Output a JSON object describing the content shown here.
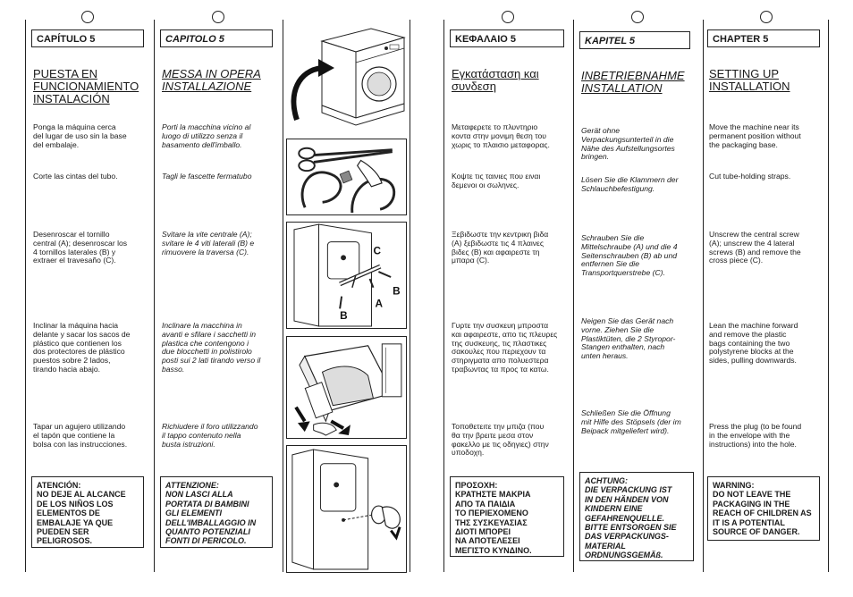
{
  "columns": {
    "es": {
      "chapter": "CAPÍTULO 5",
      "title": [
        "PUESTA EN",
        "FUNCIONAMIENTO",
        "INSTALACIÓN"
      ],
      "steps": [
        [
          "Ponga la máquina cerca",
          "del lugar de uso sin la base",
          "del embalaje."
        ],
        [
          "Corte las cintas del tubo."
        ],
        [
          "Desenroscar el tornillo",
          "central (A); desenroscar los",
          "4 tornillos laterales (B) y",
          "extraer el travesaño (C)."
        ],
        [
          "Inclinar la máquina hacia",
          "delante y sacar los sacos de",
          "plástico que contienen los",
          "dos protectores de plástico",
          "puestos sobre 2 lados,",
          "tirando hacia abajo."
        ],
        [
          "Tapar un agujero utilizando",
          "el tapón que contiene la",
          "bolsa con las instrucciones."
        ]
      ],
      "warning": [
        "ATENCIÓN:",
        "NO DEJE AL ALCANCE",
        "DE LOS NIÑOS LOS",
        "ELEMENTOS DE",
        "EMBALAJE YA QUE",
        "PUEDEN SER",
        "PELIGROSOS."
      ]
    },
    "it": {
      "chapter": "CAPITOLO 5",
      "title": [
        "MESSA IN OPERA",
        "INSTALLAZIONE"
      ],
      "steps": [
        [
          "Porti la macchina vicino al",
          "luogo di utilizzo senza il",
          "basamento dell'imballo."
        ],
        [
          "Tagli le fascette fermatubo"
        ],
        [
          "Svitare la vite centrale (A);",
          "svitare le 4 viti laterali (B) e",
          "rimuovere la traversa (C)."
        ],
        [
          "Inclinare la macchina in",
          "avanti e sfilare i sacchetti in",
          "plastica che contengono i",
          "due blocchetti in polistirolo",
          "posti sui 2 lati tirando verso il",
          "basso."
        ],
        [
          "Richiudere il foro utilizzando",
          "il tappo contenuto nella",
          "busta istruzioni."
        ]
      ],
      "warning": [
        "ATTENZIONE:",
        "NON LASCI ALLA",
        "PORTATA DI BAMBINI",
        "GLI ELEMENTI",
        "DELL'IMBALLAGGIO IN",
        "QUANTO POTENZIALI",
        "FONTI DI PERICOLO."
      ]
    },
    "el": {
      "chapter": "ΚΕΦΑΛΑΙΟ 5",
      "title": [
        "Εγκατάσταση και",
        "συνδεση"
      ],
      "steps": [
        [
          "Μεταφερετε το πλυντηριο",
          "κοντα στην μονιμη θεση του",
          "χωρις το πλαισιο μεταφορας."
        ],
        [
          "Κοψτε τις ταινιες που ειναι",
          "δεμενοι οι σωληνες."
        ],
        [
          "Ξεβιδωστε την κεντρικη βιδα",
          "(A) ξεβιδωστε τις 4 πλαινες",
          "βιδες (B) και αφαιρεστε τη",
          "μπαρα (C)."
        ],
        [
          "Γυρτε την συσκευη μπροστα",
          "και αφαιρεστε, απο τις πλευρες",
          "της συσκευης, τις πλαστικες",
          "σακουλες που περιεχουν τα",
          "στηριγματα απο πολυεστερα",
          "τραβωντας τα προς τα κατω."
        ],
        [
          "Τοποθετειτε την μπιζα (που",
          "θα την βρειτε μεσα στον",
          "φακελλο με τις οδηγιες) στην",
          "υποδοχη."
        ]
      ],
      "warning": [
        "ΠΡΟΣΟΧΗ:",
        "ΚΡΑΤΗΣΤΕ ΜΑΚΡΙΑ",
        "ΑΠΟ ΤΑ ΠΑΙΔΙΑ",
        "ΤΟ ΠΕΡΙΕΧΟΜΕΝΟ",
        "ΤΗΣ ΣΥΣΚΕΥΑΣΙΑΣ",
        "ΔΙΟΤΙ ΜΠΟΡΕΙ",
        "ΝΑ ΑΠΟΤΕΛΕΣΕΙ",
        "ΜΕΓΙΣΤΟ ΚΥΝΔΙΝΟ."
      ]
    },
    "de": {
      "chapter": "KAPITEL 5",
      "title": [
        "INBETRIEBNAHME",
        "INSTALLATION"
      ],
      "steps": [
        [
          "Gerät ohne",
          "Verpackungsunterteil in die",
          "Nähe des Aufstellungsortes",
          "bringen."
        ],
        [
          "Lösen Sie die Klammern der",
          "Schlauchbefestigung."
        ],
        [
          "Schrauben Sie die",
          "Mittelschraube (A) und die 4",
          "Seitenschrauben (B) ab und",
          "entfernen Sie die",
          "Transportquerstrebe (C)."
        ],
        [
          "Neigen Sie das Gerät nach",
          "vorne. Ziehen Sie die",
          "Plastiktüten, die 2 Styropor-",
          "Stangen enthalten, nach",
          "unten heraus."
        ],
        [
          "Schließen Sie die Öffnung",
          "mit Hilfe des Stöpsels (der im",
          "Beipack mitgeliefert wird)."
        ]
      ],
      "warning": [
        "ACHTUNG:",
        "DIE VERPACKUNG IST",
        "IN DEN HÄNDEN VON",
        "KINDERN EINE",
        "GEFAHRENQUELLE.",
        "BITTE ENTSORGEN SIE",
        "DAS VERPACKUNGS-",
        "MATERIAL",
        "ORDNUNGSGEMÄß."
      ]
    },
    "en": {
      "chapter": "CHAPTER 5",
      "title": [
        "SETTING UP",
        "INSTALLATION"
      ],
      "steps": [
        [
          "Move the machine near its",
          "permanent position without",
          "the packaging base."
        ],
        [
          "Cut tube-holding straps."
        ],
        [
          "Unscrew the central screw",
          "(A); unscrew the 4 lateral",
          "screws (B) and remove the",
          "cross piece (C)."
        ],
        [
          "Lean the machine forward",
          "and remove the plastic",
          "bags containing the two",
          "polystyrene blocks at the",
          "sides, pulling downwards."
        ],
        [
          "Press the plug (to be found",
          "in the envelope with the",
          "instructions) into the hole."
        ]
      ],
      "warning": [
        "WARNING:",
        "DO NOT LEAVE THE",
        "PACKAGING IN THE",
        "REACH OF CHILDREN AS",
        "IT IS A POTENTIAL",
        "SOURCE OF DANGER."
      ]
    }
  },
  "figure_labels": {
    "a": "A",
    "b": "B",
    "c": "C"
  }
}
